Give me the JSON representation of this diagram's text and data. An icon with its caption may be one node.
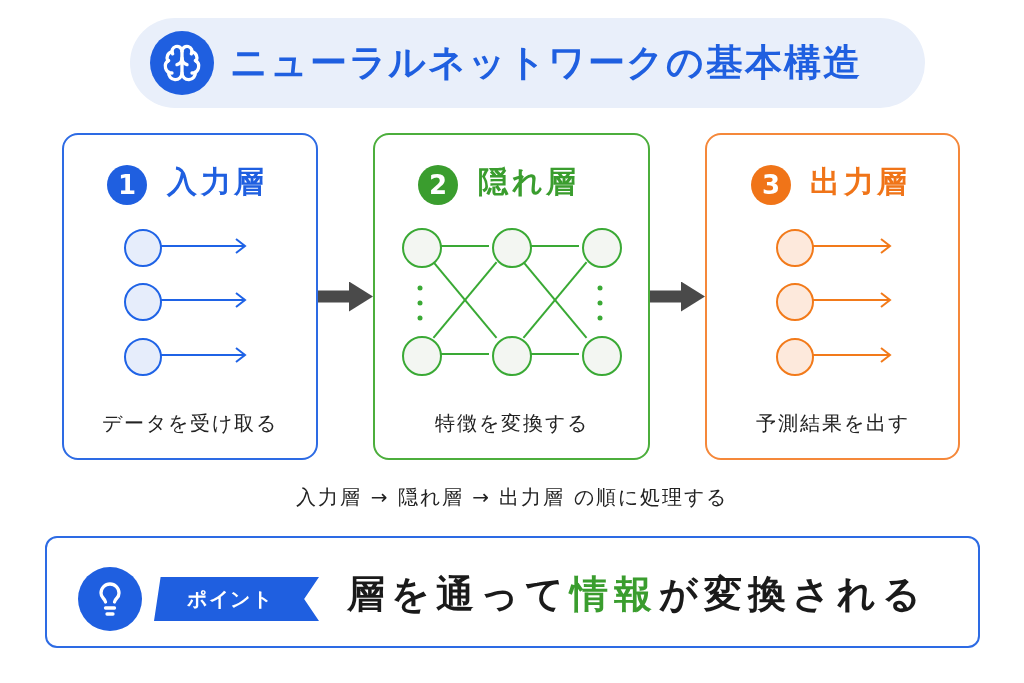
{
  "diagram": {
    "title": "ニューラルネットワークの基本構造",
    "nodes": [
      {
        "text": [
          "入力層",
          "データを受け取る"
        ]
      },
      {
        "text": [
          "1"
        ],
        "in": 0
      },
      {
        "text": [],
        "shape": "circle",
        "in": 0
      },
      {
        "text": [],
        "shape": "circle",
        "in": 0
      },
      {
        "text": [],
        "shape": "circle",
        "in": 0
      },
      {
        "text": [
          "隠れ層",
          "特徴を変換する"
        ]
      },
      {
        "text": [
          "2"
        ],
        "in": 5
      },
      {
        "text": [],
        "shape": "circle",
        "in": 5
      },
      {
        "text": [],
        "shape": "circle",
        "in": 5
      },
      {
        "text": [],
        "shape": "circle",
        "in": 5
      },
      {
        "text": [],
        "shape": "circle",
        "in": 5
      },
      {
        "text": [],
        "shape": "circle",
        "in": 5
      },
      {
        "text": [],
        "shape": "circle",
        "in": 5
      },
      {
        "text": [
          "出力層",
          "予測結果を出す"
        ]
      },
      {
        "text": [
          "3"
        ],
        "in": 13
      },
      {
        "text": [],
        "shape": "circle",
        "in": 13
      },
      {
        "text": [],
        "shape": "circle",
        "in": 13
      },
      {
        "text": [],
        "shape": "circle",
        "in": 13
      },
      {
        "text": [
          "層を通って**情報**が変換される"
        ]
      },
      {
        "text": [
          "ポイント"
        ],
        "in": 18
      }
    ],
    "edges": [
      {
        "from": 0,
        "to": 5,
        "arrow": "to",
        "style": "thick",
        "color": "#4a4a4a"
      },
      {
        "from": 5,
        "to": 13,
        "arrow": "to",
        "style": "thick",
        "color": "#4a4a4a"
      },
      {
        "from": 2,
        "to": null,
        "arrow": "to",
        "color": "#1f63e6"
      },
      {
        "from": 3,
        "to": null,
        "arrow": "to",
        "color": "#1f63e6"
      },
      {
        "from": 4,
        "to": null,
        "arrow": "to",
        "color": "#1f63e6"
      },
      {
        "from": 7,
        "to": 8,
        "arrow": "none"
      },
      {
        "from": 7,
        "to": 11,
        "arrow": "none"
      },
      {
        "from": 10,
        "to": 8,
        "arrow": "none"
      },
      {
        "from": 10,
        "to": 11,
        "arrow": "none"
      },
      {
        "from": 8,
        "to": 9,
        "arrow": "none"
      },
      {
        "from": 8,
        "to": 12,
        "arrow": "none"
      },
      {
        "from": 11,
        "to": 9,
        "arrow": "none"
      },
      {
        "from": 11,
        "to": 12,
        "arrow": "none"
      },
      {
        "from": 15,
        "to": null,
        "arrow": "to",
        "color": "#f27a1a"
      },
      {
        "from": 16,
        "to": null,
        "arrow": "to",
        "color": "#f27a1a"
      },
      {
        "from": 17,
        "to": null,
        "arrow": "to",
        "color": "#f27a1a"
      }
    ],
    "labels": [
      "入力層 → 隠れ層 → 出力層 の順に処理する"
    ]
  }
}
